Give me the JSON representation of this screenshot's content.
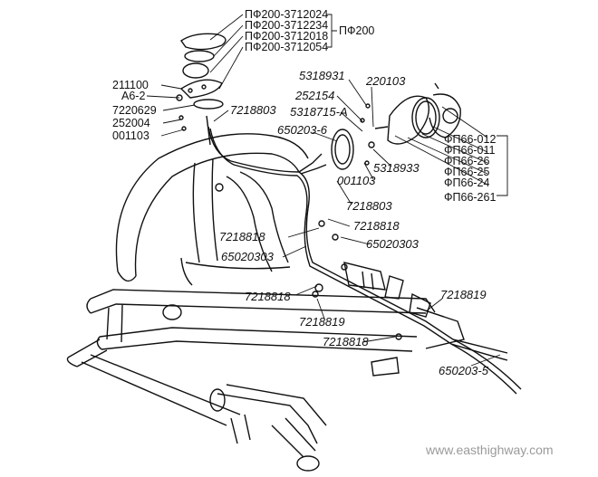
{
  "labels": {
    "pf200_3712024": "ПФ200-3712024",
    "pf200_3712234": "ПФ200-3712234",
    "pf200_3712018": "ПФ200-3712018",
    "pf200_3712054": "ПФ200-3712054",
    "pf200": "ПФ200",
    "p211100": "211100",
    "a6_2": "А6-2",
    "p7220629": "7220629",
    "p252004": "252004",
    "p001103_left": "001103",
    "p7218803_top": "7218803",
    "p5318931": "5318931",
    "p220103": "220103",
    "p252154": "252154",
    "p5318715a": "5318715-А",
    "p650203_6": "650203-6",
    "fp66_012": "ФП66-012",
    "fp66_011": "ФП66-011",
    "fp66_26": "ФП66-26",
    "fp66_25": "ФП66-25",
    "fp66_24": "ФП66-24",
    "fp66_261": "ФП66-261",
    "p5318933": "5318933",
    "p001103_mid": "001103",
    "p7218803_mid": "7218803",
    "p7218818_a": "7218818",
    "p7218818_b": "7218818",
    "p65020303_a": "65020303",
    "p65020303_b": "65020303",
    "p7218818_c": "7218818",
    "p7218819_a": "7218819",
    "p7218819_b": "7218819",
    "p7218818_d": "7218818",
    "p650203_5": "650203-5"
  },
  "watermark": "www.easthighway.com",
  "colors": {
    "ink": "#111111",
    "watermark": "#9a9a9a"
  }
}
